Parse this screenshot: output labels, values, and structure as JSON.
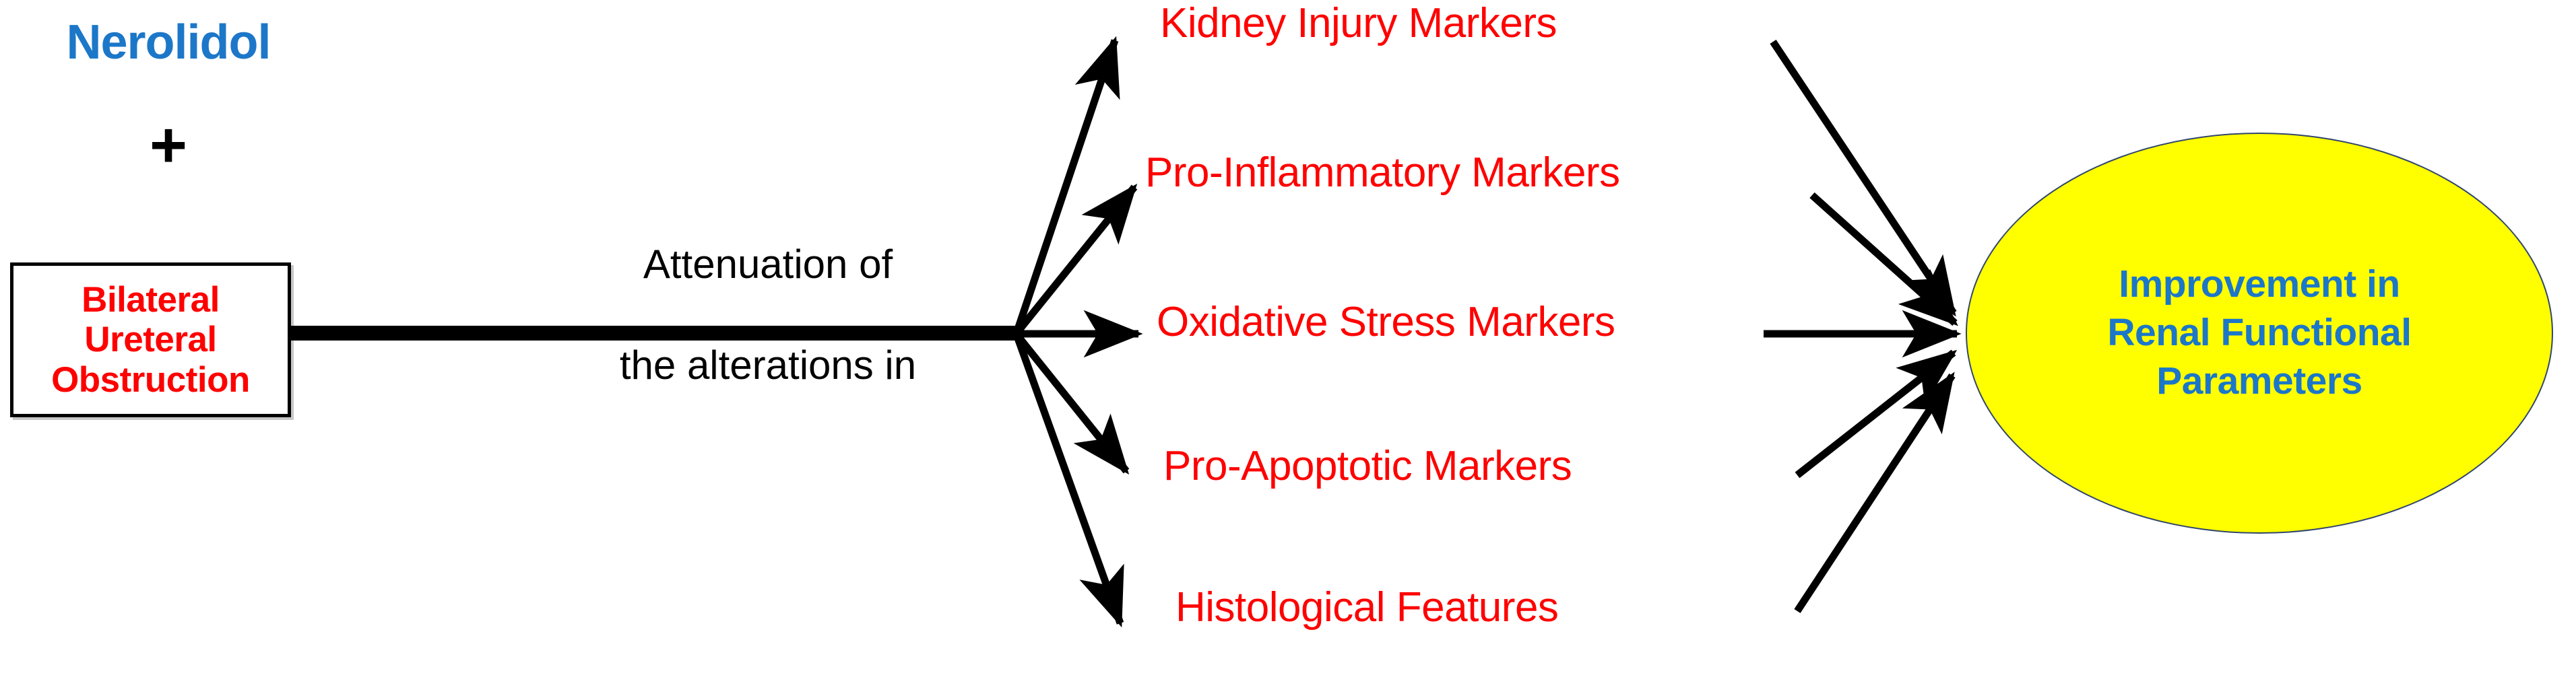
{
  "figure": {
    "type": "flow-diagram",
    "background_color": "#ffffff",
    "palette": {
      "accent_blue": "#1c77c8",
      "marker_red": "#ff0000",
      "outcome_fill": "#ffff00",
      "outcome_stroke": "#31466b",
      "line_black": "#000000"
    }
  },
  "intervention": {
    "drug_name": "Nerolidol",
    "plus_symbol": "+",
    "model_label": "Bilateral Ureteral\nObstruction"
  },
  "connector": {
    "caption_line1": "Attenuation of",
    "caption_line2": "the alterations in"
  },
  "markers": [
    {
      "label": "Kidney Injury Markers"
    },
    {
      "label": "Pro-Inflammatory Markers"
    },
    {
      "label": "Oxidative Stress Markers"
    },
    {
      "label": "Pro-Apoptotic Markers"
    },
    {
      "label": "Histological Features"
    }
  ],
  "outcome": {
    "label": "Improvement in\nRenal Functional\nParameters"
  }
}
